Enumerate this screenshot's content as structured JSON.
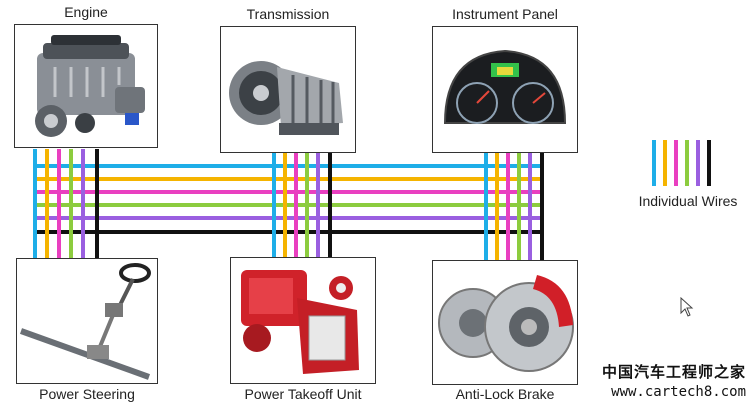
{
  "components": {
    "engine": "Engine",
    "transmission": "Transmission",
    "instrument_panel": "Instrument Panel",
    "power_steering": "Power Steering",
    "power_takeoff": "Power Takeoff Unit",
    "anti_lock_brake": "Anti-Lock Brake"
  },
  "legend": {
    "label": "Individual Wires",
    "colors": [
      "#1eaee8",
      "#f5b400",
      "#e93fc0",
      "#8ccc3e",
      "#9a5fe0",
      "#111111"
    ]
  },
  "watermark": {
    "text_zh": "中国汽车工程师之家",
    "url": "www.cartech8.com"
  },
  "icons": [
    "engine-icon",
    "transmission-icon",
    "instrument-panel-icon",
    "power-steering-icon",
    "power-takeoff-icon",
    "brake-icon",
    "mouse-cursor-icon"
  ]
}
